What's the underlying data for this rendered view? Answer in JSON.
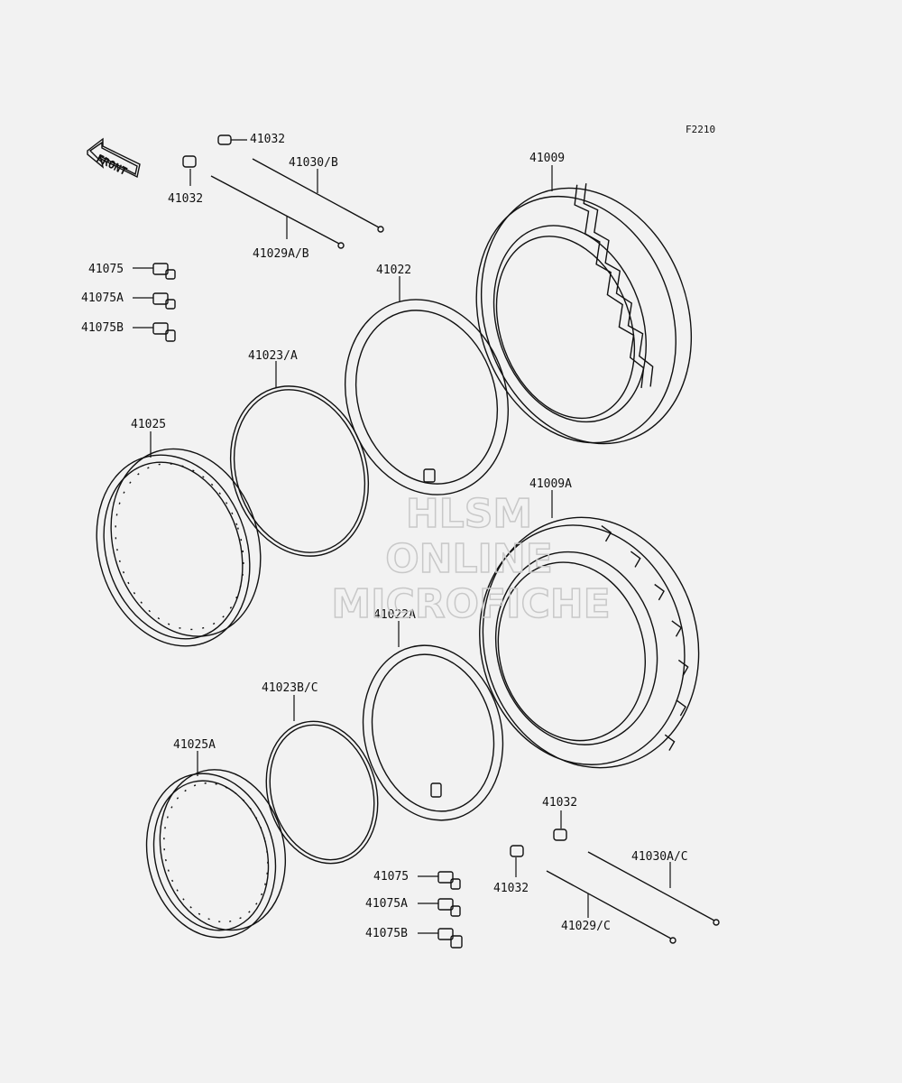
{
  "diagram_code": "F2210",
  "front_arrow_text": "FRONT",
  "labels": {
    "l41032_top": "41032",
    "l41032_left": "41032",
    "l41030b": "41030/B",
    "l41029ab": "41029A/B",
    "l41009": "41009",
    "l41075": "41075",
    "l41075a": "41075A",
    "l41075b": "41075B",
    "l41022": "41022",
    "l41023a": "41023/A",
    "l41025": "41025",
    "l41009a": "41009A",
    "l41022a": "41022A",
    "l41023bc": "41023B/C",
    "l41025a": "41025A",
    "l41032_br1": "41032",
    "l41032_br2": "41032",
    "l41030ac": "41030A/C",
    "l41029c": "41029/C",
    "l41075_b2": "41075",
    "l41075a_b2": "41075A",
    "l41075b_b2": "41075B"
  },
  "watermark": {
    "line1": "HLSM",
    "line2": "ONLINE",
    "line3": "MICROFICHE"
  }
}
